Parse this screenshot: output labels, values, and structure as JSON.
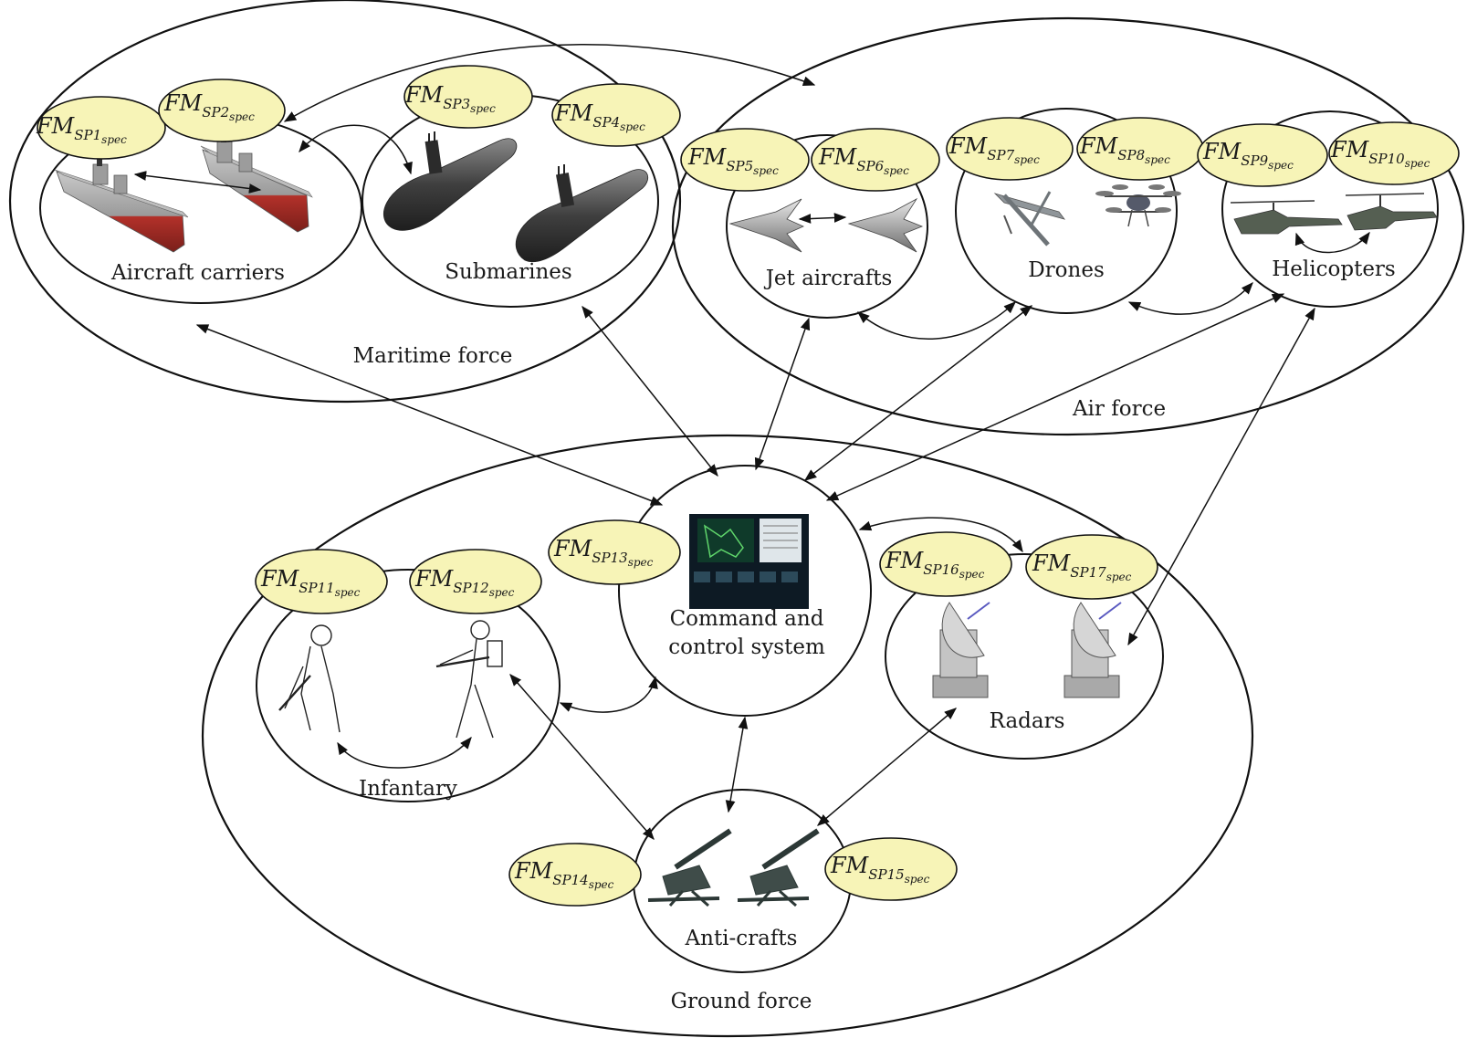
{
  "groups": {
    "maritime": "Maritime force",
    "air": "Air force",
    "ground": "Ground force"
  },
  "systems": {
    "aircraft_carriers": "Aircraft carriers",
    "submarines": "Submarines",
    "jet_aircrafts": "Jet aircrafts",
    "drones": "Drones",
    "helicopters": "Helicopters",
    "c2_line1": "Command and",
    "c2_line2": "control system",
    "infantry": "Infantary",
    "radars": "Radars",
    "anti_crafts": "Anti-crafts"
  },
  "feature_models": {
    "prefix": "FM",
    "suffix": "spec",
    "sp1": "SP1",
    "sp2": "SP2",
    "sp3": "SP3",
    "sp4": "SP4",
    "sp5": "SP5",
    "sp6": "SP6",
    "sp7": "SP7",
    "sp8": "SP8",
    "sp9": "SP9",
    "sp10": "SP10",
    "sp11": "SP11",
    "sp12": "SP12",
    "sp13": "SP13",
    "sp14": "SP14",
    "sp15": "SP15",
    "sp16": "SP16",
    "sp17": "SP17"
  },
  "colors": {
    "fm_fill": "#f7f4b7",
    "outline": "#111111"
  }
}
